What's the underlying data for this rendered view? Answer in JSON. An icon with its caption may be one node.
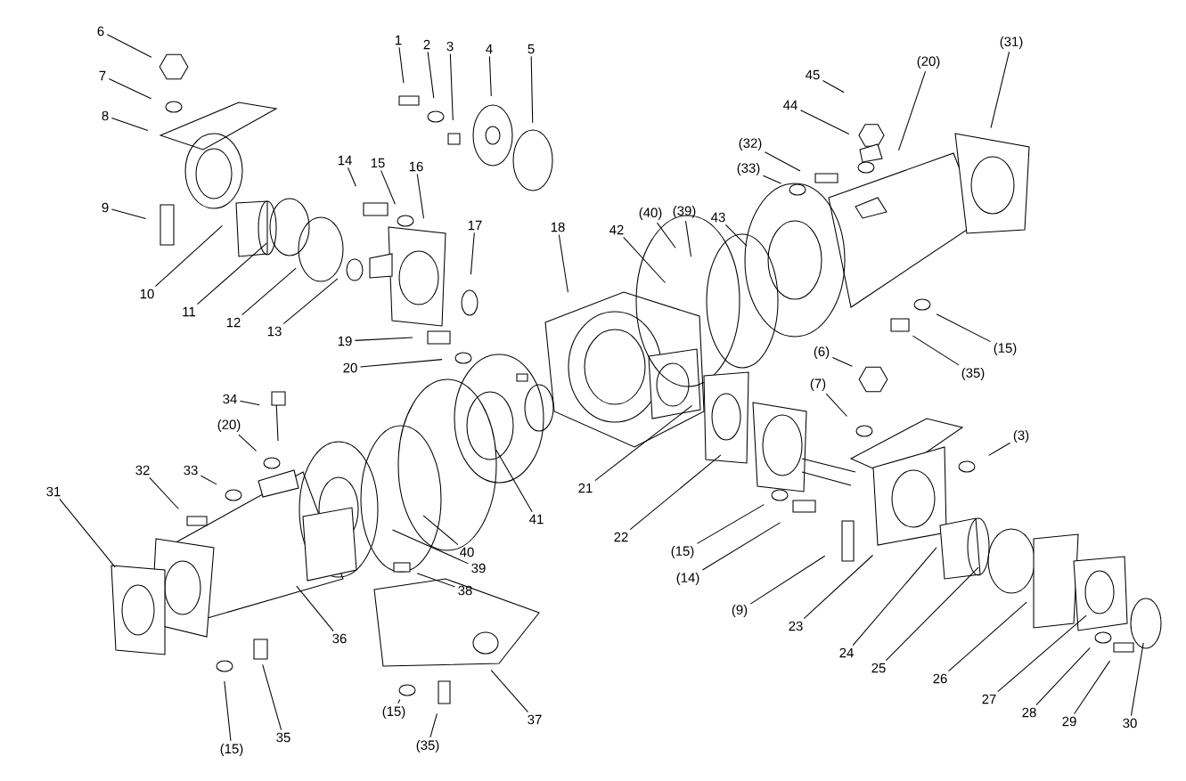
{
  "diagram": {
    "nodes": [
      {
        "text": [
          "1"
        ]
      },
      {
        "text": [
          "2"
        ]
      },
      {
        "text": [
          "3"
        ]
      },
      {
        "text": [
          "4"
        ]
      },
      {
        "text": [
          "5"
        ]
      },
      {
        "text": [
          "6"
        ]
      },
      {
        "text": [
          "7"
        ]
      },
      {
        "text": [
          "8"
        ]
      },
      {
        "text": [
          "9"
        ]
      },
      {
        "text": [
          "10"
        ]
      },
      {
        "text": [
          "11"
        ]
      },
      {
        "text": [
          "12"
        ]
      },
      {
        "text": [
          "13"
        ]
      },
      {
        "text": [
          "14"
        ]
      },
      {
        "text": [
          "15"
        ]
      },
      {
        "text": [
          "16"
        ]
      },
      {
        "text": [
          "17"
        ]
      },
      {
        "text": [
          "18"
        ]
      },
      {
        "text": [
          "19"
        ]
      },
      {
        "text": [
          "20"
        ]
      },
      {
        "text": [
          "45"
        ]
      },
      {
        "text": [
          "44"
        ]
      },
      {
        "text": [
          "(20)"
        ]
      },
      {
        "text": [
          "(31)"
        ]
      },
      {
        "text": [
          "(32)"
        ]
      },
      {
        "text": [
          "(33)"
        ]
      },
      {
        "text": [
          "42"
        ]
      },
      {
        "text": [
          "(40)"
        ]
      },
      {
        "text": [
          "(39)"
        ]
      },
      {
        "text": [
          "43"
        ]
      },
      {
        "text": [
          "(15)"
        ]
      },
      {
        "text": [
          "(35)"
        ]
      },
      {
        "text": [
          "(6)"
        ]
      },
      {
        "text": [
          "(7)"
        ]
      },
      {
        "text": [
          "(3)"
        ]
      },
      {
        "text": [
          "34"
        ]
      },
      {
        "text": [
          "(20)"
        ]
      },
      {
        "text": [
          "32"
        ]
      },
      {
        "text": [
          "33"
        ]
      },
      {
        "text": [
          "31"
        ]
      },
      {
        "text": [
          "21"
        ]
      },
      {
        "text": [
          "22"
        ]
      },
      {
        "text": [
          "(15)"
        ]
      },
      {
        "text": [
          "(14)"
        ]
      },
      {
        "text": [
          "(9)"
        ]
      },
      {
        "text": [
          "41"
        ]
      },
      {
        "text": [
          "40"
        ]
      },
      {
        "text": [
          "39"
        ]
      },
      {
        "text": [
          "38"
        ]
      },
      {
        "text": [
          "36"
        ]
      },
      {
        "text": [
          "23"
        ]
      },
      {
        "text": [
          "24"
        ]
      },
      {
        "text": [
          "25"
        ]
      },
      {
        "text": [
          "26"
        ]
      },
      {
        "text": [
          "27"
        ]
      },
      {
        "text": [
          "28"
        ]
      },
      {
        "text": [
          "29"
        ]
      },
      {
        "text": [
          "30"
        ]
      },
      {
        "text": [
          "37"
        ]
      },
      {
        "text": [
          "(15)"
        ]
      },
      {
        "text": [
          "(35)"
        ]
      },
      {
        "text": [
          "35"
        ]
      },
      {
        "text": [
          "(15)"
        ]
      }
    ],
    "edges": [
      {
        "from": 0,
        "to": null,
        "arrow": "none"
      },
      {
        "from": 1,
        "to": null,
        "arrow": "none"
      },
      {
        "from": 2,
        "to": null,
        "arrow": "none"
      },
      {
        "from": 3,
        "to": null,
        "arrow": "none"
      },
      {
        "from": 4,
        "to": null,
        "arrow": "none"
      },
      {
        "from": 5,
        "to": null,
        "arrow": "none"
      },
      {
        "from": 6,
        "to": null,
        "arrow": "none"
      },
      {
        "from": 7,
        "to": null,
        "arrow": "none"
      },
      {
        "from": 8,
        "to": null,
        "arrow": "none"
      },
      {
        "from": 9,
        "to": null,
        "arrow": "none"
      },
      {
        "from": 10,
        "to": null,
        "arrow": "none"
      },
      {
        "from": 11,
        "to": null,
        "arrow": "none"
      },
      {
        "from": 12,
        "to": null,
        "arrow": "none"
      },
      {
        "from": 13,
        "to": null,
        "arrow": "none"
      },
      {
        "from": 14,
        "to": null,
        "arrow": "none"
      },
      {
        "from": 15,
        "to": null,
        "arrow": "none"
      },
      {
        "from": 16,
        "to": null,
        "arrow": "none"
      },
      {
        "from": 17,
        "to": null,
        "arrow": "none"
      },
      {
        "from": 18,
        "to": null,
        "arrow": "none"
      },
      {
        "from": 19,
        "to": null,
        "arrow": "none"
      },
      {
        "from": 20,
        "to": null,
        "arrow": "none"
      },
      {
        "from": 21,
        "to": null,
        "arrow": "none"
      },
      {
        "from": 22,
        "to": null,
        "arrow": "none"
      },
      {
        "from": 23,
        "to": null,
        "arrow": "none"
      },
      {
        "from": 24,
        "to": null,
        "arrow": "none"
      },
      {
        "from": 25,
        "to": null,
        "arrow": "none"
      },
      {
        "from": 26,
        "to": null,
        "arrow": "none"
      },
      {
        "from": 27,
        "to": null,
        "arrow": "none"
      },
      {
        "from": 28,
        "to": null,
        "arrow": "none"
      },
      {
        "from": 29,
        "to": null,
        "arrow": "none"
      },
      {
        "from": 30,
        "to": null,
        "arrow": "none"
      },
      {
        "from": 31,
        "to": null,
        "arrow": "none"
      },
      {
        "from": 32,
        "to": null,
        "arrow": "none"
      },
      {
        "from": 33,
        "to": null,
        "arrow": "none"
      },
      {
        "from": 34,
        "to": null,
        "arrow": "none"
      },
      {
        "from": 35,
        "to": null,
        "arrow": "none"
      },
      {
        "from": 36,
        "to": null,
        "arrow": "none"
      },
      {
        "from": 37,
        "to": null,
        "arrow": "none"
      },
      {
        "from": 38,
        "to": null,
        "arrow": "none"
      },
      {
        "from": 39,
        "to": null,
        "arrow": "none"
      },
      {
        "from": 40,
        "to": null,
        "arrow": "none"
      },
      {
        "from": 41,
        "to": null,
        "arrow": "none"
      },
      {
        "from": 42,
        "to": null,
        "arrow": "none"
      },
      {
        "from": 43,
        "to": null,
        "arrow": "none"
      },
      {
        "from": 44,
        "to": null,
        "arrow": "none"
      },
      {
        "from": 45,
        "to": null,
        "arrow": "none"
      },
      {
        "from": 46,
        "to": null,
        "arrow": "none"
      },
      {
        "from": 47,
        "to": null,
        "arrow": "none"
      },
      {
        "from": 48,
        "to": null,
        "arrow": "none"
      },
      {
        "from": 49,
        "to": null,
        "arrow": "none"
      },
      {
        "from": 50,
        "to": null,
        "arrow": "none"
      },
      {
        "from": 51,
        "to": null,
        "arrow": "none"
      },
      {
        "from": 52,
        "to": null,
        "arrow": "none"
      },
      {
        "from": 53,
        "to": null,
        "arrow": "none"
      },
      {
        "from": 54,
        "to": null,
        "arrow": "none"
      },
      {
        "from": 55,
        "to": null,
        "arrow": "none"
      },
      {
        "from": 56,
        "to": null,
        "arrow": "none"
      },
      {
        "from": 57,
        "to": null,
        "arrow": "none"
      },
      {
        "from": 58,
        "to": null,
        "arrow": "none"
      },
      {
        "from": 59,
        "to": null,
        "arrow": "none"
      },
      {
        "from": 60,
        "to": null,
        "arrow": "none"
      },
      {
        "from": 61,
        "to": null,
        "arrow": "none"
      },
      {
        "from": 62,
        "to": null,
        "arrow": "none"
      }
    ]
  }
}
